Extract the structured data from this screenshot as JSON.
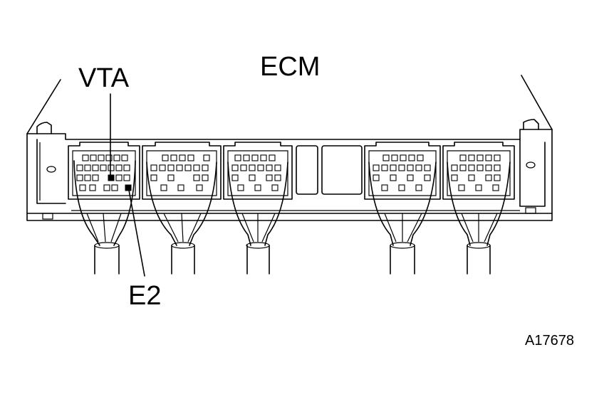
{
  "diagram": {
    "title": "ECM",
    "labels": {
      "vta": "VTA",
      "e2": "E2"
    },
    "figure_id": "A17678",
    "colors": {
      "line": "#000000",
      "background": "#ffffff"
    }
  }
}
